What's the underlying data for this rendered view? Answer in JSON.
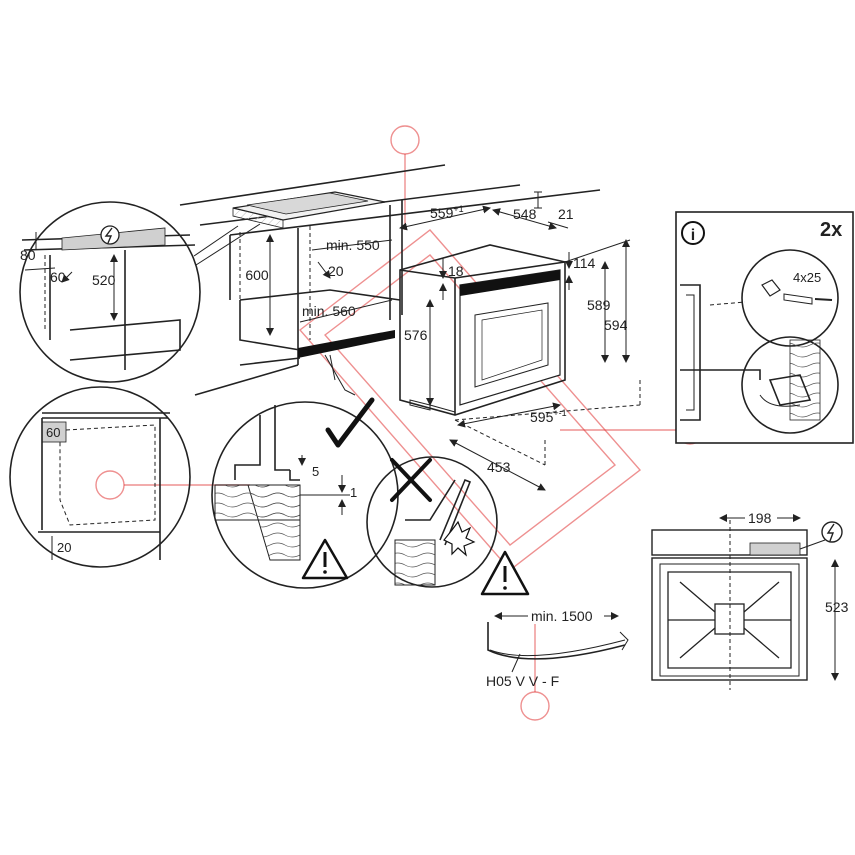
{
  "main_view": {
    "dimensions": {
      "cabinet_height": "600",
      "niche_width": "min. 550",
      "gap_20": "20",
      "niche_depth": "min. 560",
      "oven_front_depth": "559",
      "oven_front_depth_tol": "+1",
      "oven_body_depth": "548",
      "door_thickness": "21",
      "top_offset": "18",
      "side_114": "114",
      "body_height": "576",
      "height_589": "589",
      "height_594": "594",
      "width": "595",
      "width_tol": "+-1",
      "base_depth": "453"
    }
  },
  "detail_worktop": {
    "dim_80": "80",
    "dim_60": "60",
    "dim_520": "520"
  },
  "detail_side": {
    "dim_60": "60",
    "dim_20": "20"
  },
  "detail_correct": {
    "dim_5": "5",
    "dim_1": "1"
  },
  "info_panel": {
    "multiplier": "2x",
    "screw_size": "4x25",
    "info_symbol": "i"
  },
  "cable": {
    "min_length": "min. 1500",
    "type": "H05 V V - F"
  },
  "top_view": {
    "width": "198",
    "depth": "523"
  },
  "colors": {
    "line": "#222222",
    "warning_fill": "#ffffff",
    "highlight": "#222222",
    "hatch": "#cfcfcf",
    "watermark": "#e03535"
  },
  "icons": [
    "electric-hazard-icon",
    "check-icon",
    "cross-icon",
    "warning-icon",
    "info-icon"
  ]
}
